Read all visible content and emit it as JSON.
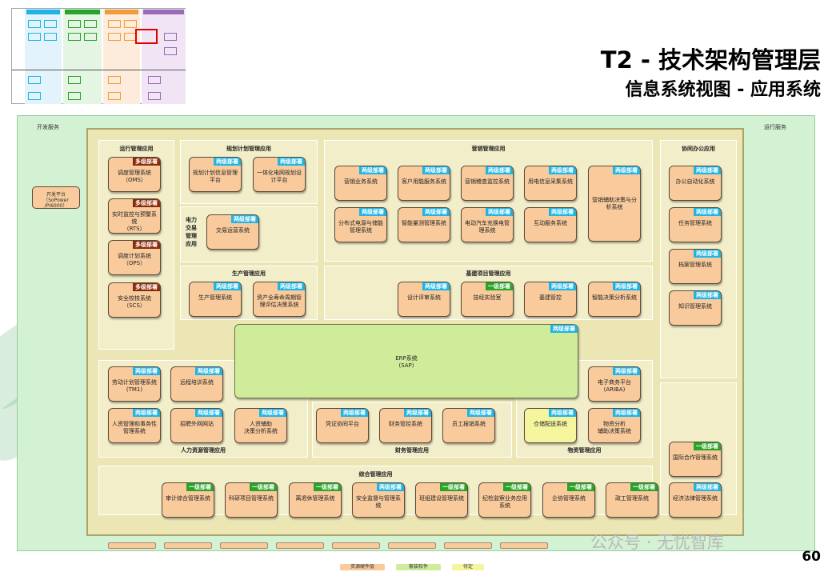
{
  "header": {
    "title_main": "T2 - 技术架构管理层",
    "title_sub": "信息系统视图 - 应用系统"
  },
  "page_number": "60",
  "watermark": "公众号 · 无忧智库",
  "outer": {
    "left_label": "开发服务",
    "right_label": "运行服务",
    "dev_platform": "开发平台\n（SoPower\n/PI6000）"
  },
  "regions": {
    "operation": "运行管理应用",
    "planning": "规划计划管理应用",
    "marketing": "营销管理应用",
    "office": "协同办公应用",
    "power_trade": "电力\n交易\n管理\n应用",
    "production": "生产管理应用",
    "infrastructure": "基建项目管理应用",
    "hr": "人力资源管理应用",
    "finance": "财务管理应用",
    "materials": "物资管理应用",
    "integrated": "综合管理应用"
  },
  "systems": [
    {
      "id": "s1",
      "label": "调度管理系统\n（OMS）",
      "tag": "多级部署",
      "tier": "tm"
    },
    {
      "id": "s2",
      "label": "实时监控与预警系统\n（RTS）",
      "tag": "多级部署",
      "tier": "tm"
    },
    {
      "id": "s3",
      "label": "调度计划系统\n（OPS）",
      "tag": "多级部署",
      "tier": "tm"
    },
    {
      "id": "s4",
      "label": "安全校核系统\n（SCS）",
      "tag": "多级部署",
      "tier": "tm"
    },
    {
      "id": "s5",
      "label": "规划计划信息管理\n平台",
      "tag": "两级部署",
      "tier": "t2"
    },
    {
      "id": "s6",
      "label": "一体化电网规划设\n计平台",
      "tag": "两级部署",
      "tier": "t2"
    },
    {
      "id": "s7",
      "label": "营销业务系统",
      "tag": "两级部署",
      "tier": "t2"
    },
    {
      "id": "s8",
      "label": "客户用能服务系统",
      "tag": "两级部署",
      "tier": "t2"
    },
    {
      "id": "s9",
      "label": "营销稽查监控系统",
      "tag": "两级部署",
      "tier": "t2"
    },
    {
      "id": "s10",
      "label": "用电信息采集系统",
      "tag": "两级部署",
      "tier": "t2"
    },
    {
      "id": "s11",
      "label": "营销辅助决策与分\n析系统",
      "tag": "两级部署",
      "tier": "t2"
    },
    {
      "id": "s12",
      "label": "分布式电源与储能\n管理系统",
      "tag": "两级部署",
      "tier": "t2"
    },
    {
      "id": "s13",
      "label": "智能量测管理系统",
      "tag": "两级部署",
      "tier": "t2"
    },
    {
      "id": "s14",
      "label": "电动汽车充换电管\n理系统",
      "tag": "两级部署",
      "tier": "t2"
    },
    {
      "id": "s15",
      "label": "互动服务系统",
      "tag": "两级部署",
      "tier": "t2"
    },
    {
      "id": "s16",
      "label": "办公自动化系统",
      "tag": "两级部署",
      "tier": "t2"
    },
    {
      "id": "s17",
      "label": "任务管理系统",
      "tag": "两级部署",
      "tier": "t2"
    },
    {
      "id": "s18",
      "label": "档案管理系统",
      "tag": "两级部署",
      "tier": "t2"
    },
    {
      "id": "s19",
      "label": "知识管理系统",
      "tag": "两级部署",
      "tier": "t2"
    },
    {
      "id": "s20",
      "label": "交易运营系统",
      "tag": "两级部署",
      "tier": "t2"
    },
    {
      "id": "s21",
      "label": "生产管理系统",
      "tag": "两级部署",
      "tier": "t2"
    },
    {
      "id": "s22",
      "label": "资产全寿命周期管\n理评估决策系统",
      "tag": "两级部署",
      "tier": "t2"
    },
    {
      "id": "s23",
      "label": "设计评审系统",
      "tag": "两级部署",
      "tier": "t2"
    },
    {
      "id": "s24",
      "label": "技经实验室",
      "tag": "一级部署",
      "tier": "t1"
    },
    {
      "id": "s25",
      "label": "基建管控",
      "tag": "两级部署",
      "tier": "t2"
    },
    {
      "id": "s26",
      "label": "智能决策分析系统",
      "tag": "两级部署",
      "tier": "t2"
    },
    {
      "id": "s27",
      "label": "劳动计划管理系统\n(TM1)",
      "tag": "两级部署",
      "tier": "t2"
    },
    {
      "id": "s28",
      "label": "远程培训系统",
      "tag": "两级部署",
      "tier": "t2"
    },
    {
      "id": "s29",
      "label": "人资管理和事务性\n管理系统",
      "tag": "两级部署",
      "tier": "t2"
    },
    {
      "id": "s30",
      "label": "招聘外网网站",
      "tag": "两级部署",
      "tier": "t2"
    },
    {
      "id": "s31",
      "label": "人资辅助\n决策分析系统",
      "tag": "两级部署",
      "tier": "t2"
    },
    {
      "id": "s32",
      "label": "凭证协同平台",
      "tag": "两级部署",
      "tier": "t2"
    },
    {
      "id": "s33",
      "label": "财务管控系统",
      "tag": "两级部署",
      "tier": "t2"
    },
    {
      "id": "s34",
      "label": "员工报销系统",
      "tag": "两级部署",
      "tier": "t2"
    },
    {
      "id": "s35",
      "label": "电子商务平台\n(ARIBA)",
      "tag": "两级部署",
      "tier": "t2"
    },
    {
      "id": "s36",
      "label": "仓储配送系统",
      "tag": "两级部署",
      "tier": "t2"
    },
    {
      "id": "s37",
      "label": "物资分析\n辅助决策系统",
      "tag": "两级部署",
      "tier": "t2"
    },
    {
      "id": "s38",
      "label": "国际合作管理系统",
      "tag": "一级部署",
      "tier": "t1"
    },
    {
      "id": "s39",
      "label": "审计综合管理系统",
      "tag": "一级部署",
      "tier": "t1"
    },
    {
      "id": "s40",
      "label": "科研项目管理系统",
      "tag": "一级部署",
      "tier": "t1"
    },
    {
      "id": "s41",
      "label": "离退休管理系统",
      "tag": "一级部署",
      "tier": "t1"
    },
    {
      "id": "s42",
      "label": "安全监督与管理系\n统",
      "tag": "两级部署",
      "tier": "t2"
    },
    {
      "id": "s43",
      "label": "班组建设管理系统",
      "tag": "一级部署",
      "tier": "t1"
    },
    {
      "id": "s44",
      "label": "纪检监察业务应用\n系统",
      "tag": "一级部署",
      "tier": "t1"
    },
    {
      "id": "s45",
      "label": "企协管理系统",
      "tag": "一级部署",
      "tier": "t1"
    },
    {
      "id": "s46",
      "label": "政工管理系统",
      "tag": "一级部署",
      "tier": "t1"
    },
    {
      "id": "s47",
      "label": "经济法律管理系统",
      "tag": "两级部署",
      "tier": "t2"
    }
  ],
  "erp": {
    "label": "ERP系统\n(SAP)",
    "tag": "两级部署"
  },
  "legend": [
    "资源硬件层",
    "套装软件",
    "待定"
  ],
  "colors": {
    "box": "#f9cb9c",
    "erp": "#cfec9b",
    "tag_two": "#1eb5e6",
    "tag_one": "#28a428",
    "tag_multi": "#8b2a0a",
    "highlight_box": "#f5f59e",
    "frame_red": "#e00000"
  }
}
